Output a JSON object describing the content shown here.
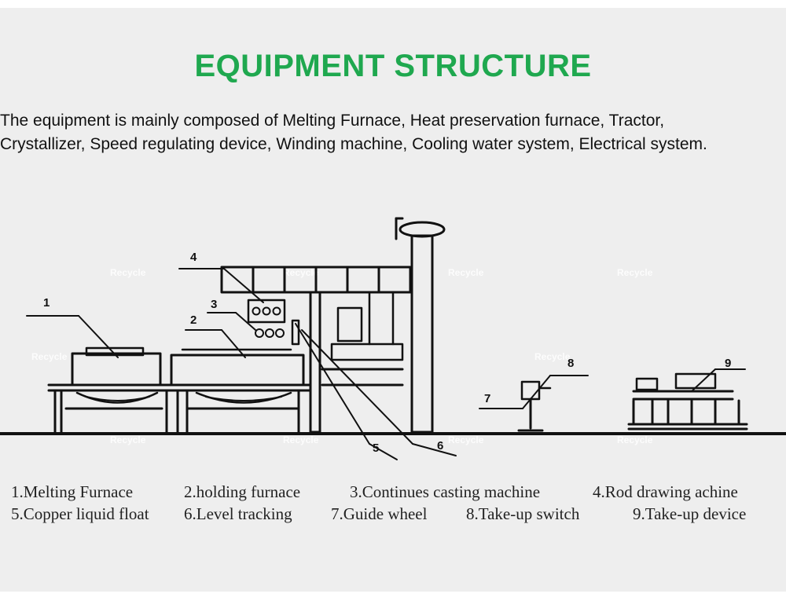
{
  "title": "EQUIPMENT STRUCTURE",
  "intro": {
    "line1": "The equipment is mainly composed of Melting Furnace, Heat preservation furnace, Tractor,",
    "line2": "Crystallizer, Speed regulating device, Winding machine, Cooling water system, Electrical system."
  },
  "diagram": {
    "callouts": [
      "1",
      "2",
      "3",
      "4",
      "5",
      "6",
      "7",
      "8",
      "9"
    ],
    "watermark": "Recycle"
  },
  "legend": [
    "1.Melting Furnace",
    "2.holding furnace",
    "3.Continues casting machine",
    "4.Rod drawing achine",
    "5.Copper liquid float",
    "6.Level tracking",
    "7.Guide wheel",
    "8.Take-up switch",
    "9.Take-up device"
  ],
  "colors": {
    "title": "#1fa84f",
    "background": "#eeeeee",
    "line": "#111111"
  }
}
